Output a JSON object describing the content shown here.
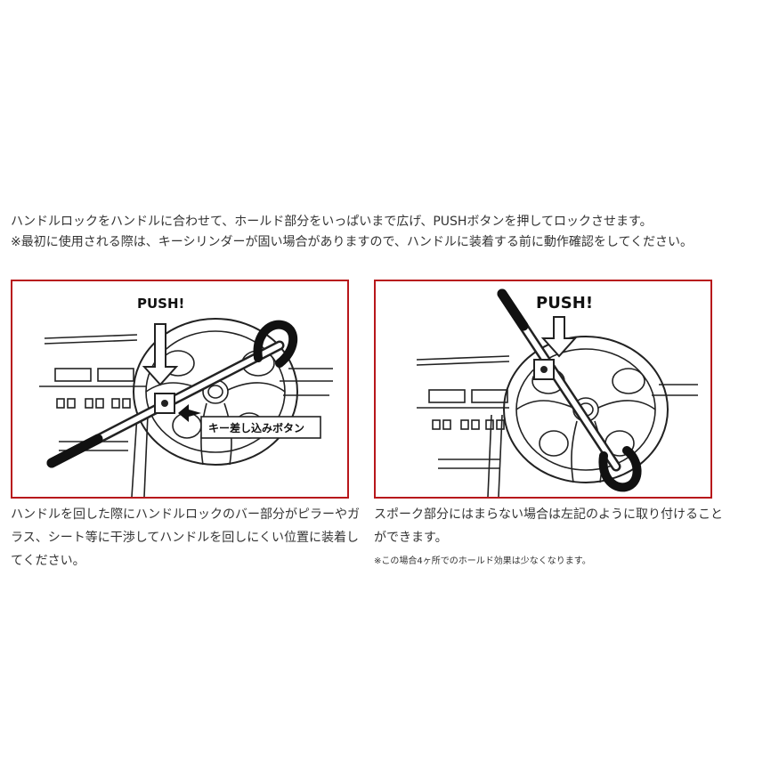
{
  "intro": {
    "line1": "ハンドルロックをハンドルに合わせて、ホールド部分をいっぱいまで広げ、PUSHボタンを押してロックさせます。",
    "line2": "※最初に使用される際は、キーシリンダーが固い場合がありますので、ハンドルに装着する前に動作確認をしてください。"
  },
  "left_panel": {
    "push_label": "PUSH!",
    "key_button_label": "キー差し込みボタン"
  },
  "right_panel": {
    "push_label": "PUSH!"
  },
  "captions": {
    "left": "ハンドルを回した際にハンドルロックのバー部分がピラーやガラス、シート等に干渉してハンドルを回しにくい位置に装着してください。",
    "right": "スポーク部分にはまらない場合は左記のように取り付けることができます。",
    "right_note": "※この場合4ヶ所でのホールド効果は少なくなります。"
  },
  "colors": {
    "frame_border": "#b8171b",
    "text": "#333333"
  }
}
